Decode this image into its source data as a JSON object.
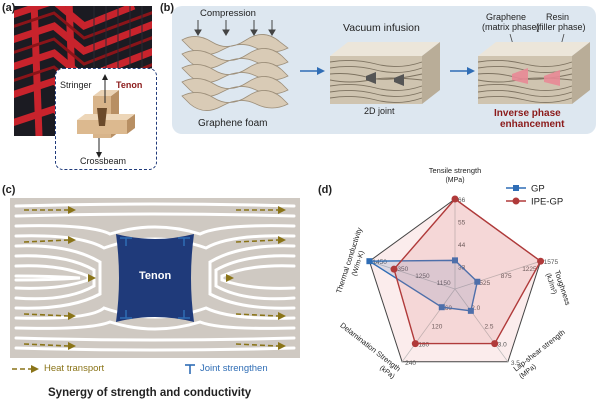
{
  "panels": {
    "a": {
      "letter": "(a)",
      "labels": {
        "stringer": "Stringer",
        "tenon": "Tenon",
        "crossbeam": "Crossbeam"
      }
    },
    "b": {
      "letter": "(b)",
      "labels": {
        "compression": "Compression",
        "graphene_foam": "Graphene foam",
        "vacuum_infusion": "Vacuum infusion",
        "joint_2d": "2D joint",
        "graphene": "Graphene",
        "matrix_phase": "(matrix phase)",
        "resin": "Resin",
        "filler_phase": "(filler phase)",
        "inverse_phase_1": "Inverse phase",
        "inverse_phase_2": "enhancement"
      }
    },
    "c": {
      "letter": "(c)",
      "tenon": "Tenon",
      "legend_heat": "Heat transport",
      "legend_joint": "Joint strengthen",
      "caption": "Synergy of strength and conductivity"
    },
    "d": {
      "letter": "(d)"
    }
  },
  "colors": {
    "accent_red": "#8b1a1a",
    "gp_blue": "#2f6db5",
    "ipe_red": "#b03a3a",
    "tenon_navy": "#1f3a7a",
    "arrow_olive": "#8a7418"
  },
  "chart_data": {
    "type": "radar",
    "axes": [
      {
        "label": "Tensile strength",
        "unit": "(MPa)",
        "ticks": [
          "33",
          "44",
          "55",
          "66"
        ]
      },
      {
        "label": "Toughness",
        "unit": "(kJ/m³)",
        "ticks": [
          "525",
          "875",
          "1225",
          "1575"
        ]
      },
      {
        "label": "Lap-shear strength",
        "unit": "(MPa)",
        "ticks": [
          "2.0",
          "2.5",
          "3.0",
          "3.5"
        ]
      },
      {
        "label": "Delamination Strength",
        "unit": "(kPa)",
        "ticks": [
          "60",
          "120",
          "180",
          "240"
        ]
      },
      {
        "label": "Thermal conductivity",
        "unit": "(W/m·K)",
        "ticks": [
          "1150",
          "1250",
          "1350",
          "1450"
        ]
      }
    ],
    "series": [
      {
        "name": "GP",
        "values": [
          36,
          540,
          2.1,
          60,
          1450
        ],
        "color": "#2f6db5",
        "marker": "square"
      },
      {
        "name": "IPE-GP",
        "values": [
          66,
          1575,
          3.0,
          180,
          1335
        ],
        "color": "#b03a3a",
        "marker": "circle"
      }
    ]
  }
}
